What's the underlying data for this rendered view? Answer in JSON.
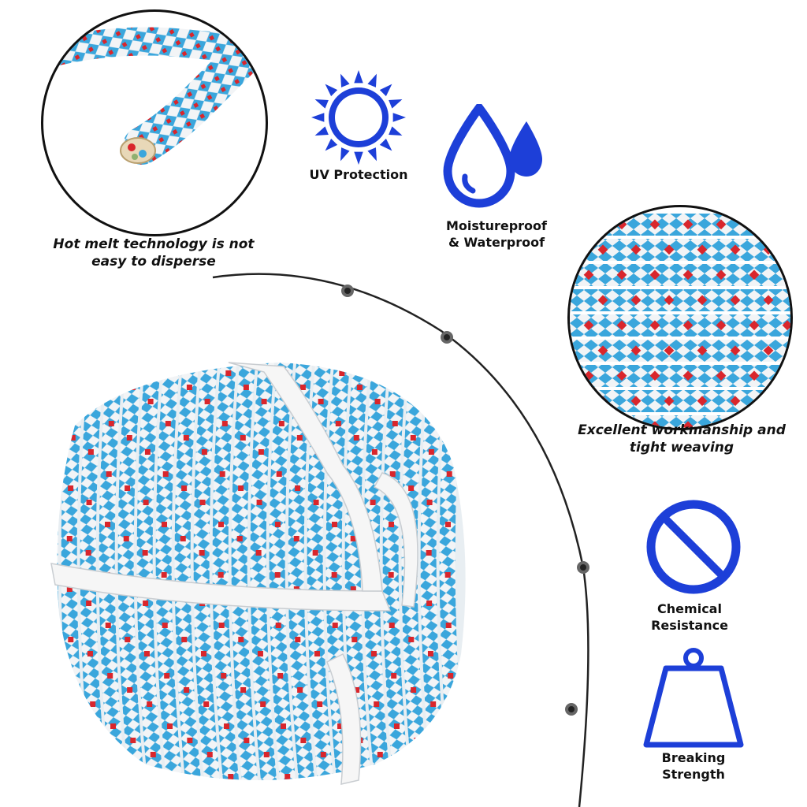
{
  "captions": {
    "hot_melt": [
      "Hot melt technology is not",
      "easy to disperse"
    ],
    "weaving": [
      "Excellent workmanship and",
      "tight weaving"
    ]
  },
  "features": {
    "uv": {
      "label": "UV Protection",
      "icon": "sun-icon"
    },
    "moisture": {
      "label_lines": [
        "Moistureproof",
        "& Waterproof"
      ],
      "icon": "water-drops-icon"
    },
    "chemical": {
      "label_lines": [
        "Chemical",
        "Resistance"
      ],
      "icon": "prohibited-icon"
    },
    "breaking": {
      "label_lines": [
        "Breaking",
        "Strength"
      ],
      "icon": "weight-icon"
    }
  },
  "colors": {
    "icon_blue": "#1d3fd8",
    "rope_blue": "#3aa6dc",
    "rope_red": "#d9262c",
    "rope_white": "#f2f4f6",
    "arc": "#222222"
  }
}
